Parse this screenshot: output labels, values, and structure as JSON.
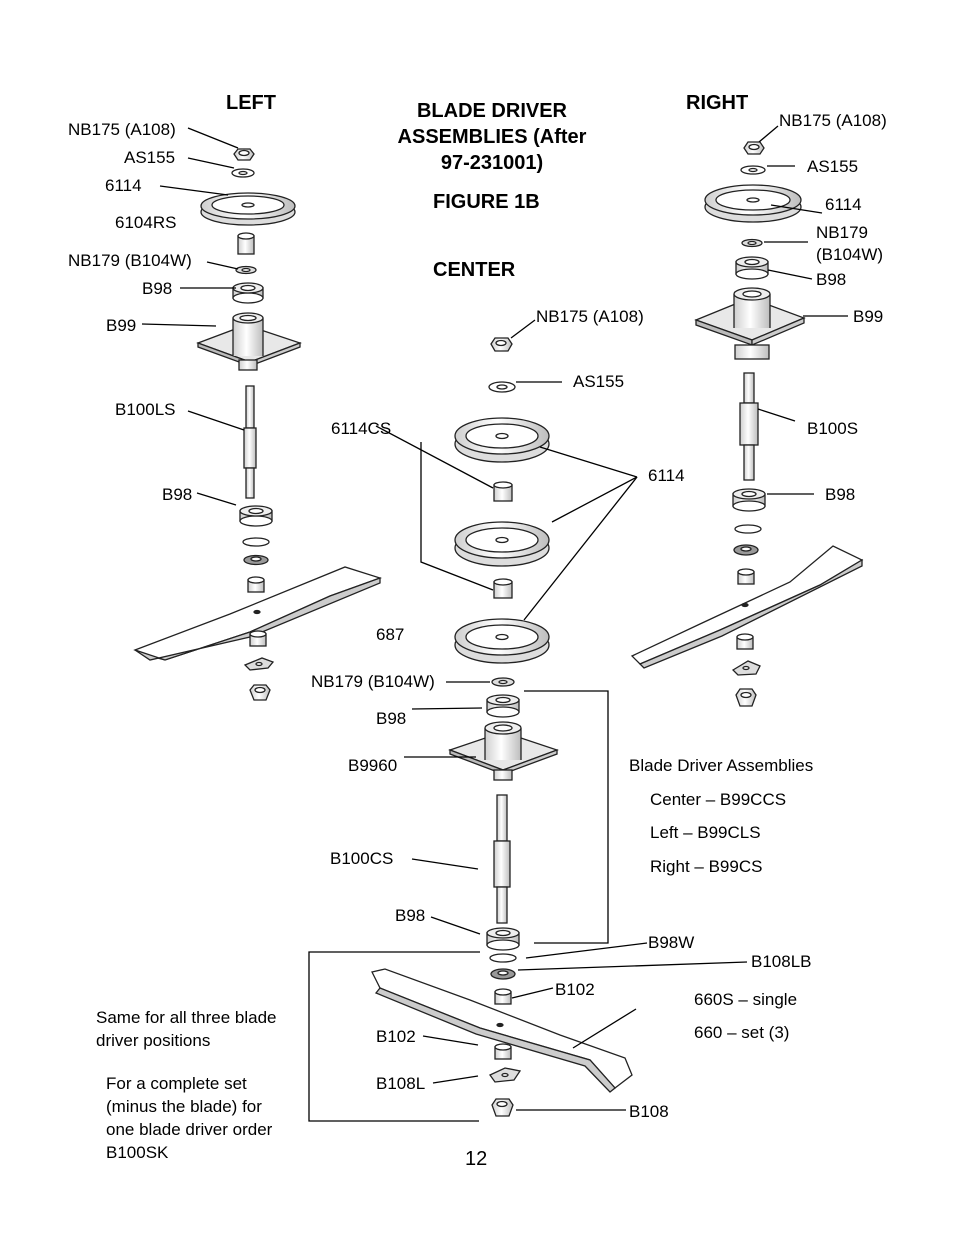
{
  "headings": {
    "left": "LEFT",
    "right": "RIGHT",
    "title_line1": "BLADE DRIVER",
    "title_line2": "ASSEMBLIES (After",
    "title_line3": "97-231001)",
    "figure": "FIGURE 1B",
    "center": "CENTER"
  },
  "left_labels": {
    "nb175": "NB175 (A108)",
    "as155": "AS155",
    "p6114": "6114",
    "p6104rs": "6104RS",
    "nb179": "NB179 (B104W)",
    "b98_top": "B98",
    "b99": "B99",
    "b100ls": "B100LS",
    "b98_bottom": "B98"
  },
  "right_labels": {
    "nb175": "NB175 (A108)",
    "as155": "AS155",
    "p6114": "6114",
    "nb179_line1": "NB179",
    "nb179_line2": "(B104W)",
    "b98_top": "B98",
    "b99": "B99",
    "b100s": "B100S",
    "b98_bottom": "B98"
  },
  "center_labels": {
    "nb175": "NB175 (A108)",
    "as155": "AS155",
    "p6114cs": "6114CS",
    "p6114": "6114",
    "p687": "687",
    "nb179": "NB179 (B104W)",
    "b98_top": "B98",
    "b9960": "B9960",
    "b100cs": "B100CS",
    "b98_bottom": "B98",
    "b98w": "B98W",
    "b108lb": "B108LB",
    "b102_right": "B102",
    "b102_left": "B102",
    "b108l": "B108L",
    "b108": "B108",
    "s660_single": "660S – single",
    "s660_set": "660 – set (3)"
  },
  "assemblies": {
    "title": "Blade Driver Assemblies",
    "center": "Center – B99CCS",
    "left": "Left – B99CLS",
    "right": "Right – B99CS"
  },
  "notes": {
    "same_line1": "Same for all three blade",
    "same_line2": "driver positions",
    "kit_line1": "For a complete set",
    "kit_line2": "(minus the blade) for",
    "kit_line3": "one blade driver order",
    "kit_line4": "B100SK"
  },
  "page_number": "12"
}
